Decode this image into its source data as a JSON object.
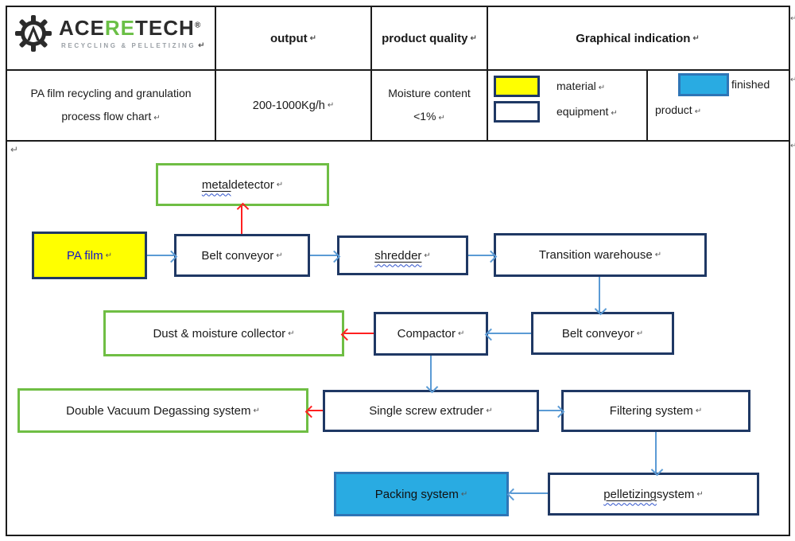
{
  "brand": {
    "ace": "ACE",
    "re": "RE",
    "tech": "TECH",
    "registered": "®",
    "tagline": "RECYCLING & PELLETIZING",
    "return_mark": "↵"
  },
  "table": {
    "headers": {
      "output": "output",
      "product_quality": "product quality",
      "graphical_indication": "Graphical indication"
    },
    "title": {
      "line1": "PA film recycling and granulation",
      "line2": "process flow chart"
    },
    "output_value": "200-1000Kg/h",
    "quality_value": {
      "line1": "Moisture content",
      "line2": "<1%"
    },
    "legend": {
      "material": "material",
      "equipment": "equipment",
      "finished_line1": "finished",
      "finished_line2": "product"
    },
    "return_mark": "↵"
  },
  "flowchart": {
    "nodes": {
      "metal_detector": {
        "wavy": "metal",
        "text": " detector"
      },
      "pa_film": {
        "wavy": "",
        "text": "PA film"
      },
      "belt_conveyor_1": {
        "wavy": "",
        "text": "Belt conveyor"
      },
      "shredder": {
        "wavy": "shredder",
        "text": ""
      },
      "transition_warehouse": {
        "wavy": "",
        "text": "Transition warehouse"
      },
      "belt_conveyor_2": {
        "wavy": "",
        "text": "Belt conveyor"
      },
      "compactor": {
        "wavy": "",
        "text": "Compactor"
      },
      "dust_collector": {
        "wavy": "",
        "text": "Dust & moisture collector"
      },
      "single_screw_extruder": {
        "wavy": "",
        "text": "Single screw extruder"
      },
      "double_vacuum": {
        "wavy": "",
        "text": "Double Vacuum Degassing system"
      },
      "filtering_system": {
        "wavy": "",
        "text": "Filtering system"
      },
      "pelletizing_system": {
        "wavy": "pelletizing",
        "text": " system"
      },
      "packing_system": {
        "wavy": "",
        "text": "Packing system"
      }
    },
    "return_mark": "↵"
  },
  "colors": {
    "equipment_border": "#1f3864",
    "auxiliary_border": "#6fbe44",
    "material_fill": "#ffff00",
    "finished_fill": "#29abe2",
    "finished_border": "#2e75b6",
    "arrow_blue": "#5b9bd5",
    "arrow_red": "#ff2020",
    "brand_green": "#6abf45",
    "pa_film_text": "#1313c9"
  }
}
